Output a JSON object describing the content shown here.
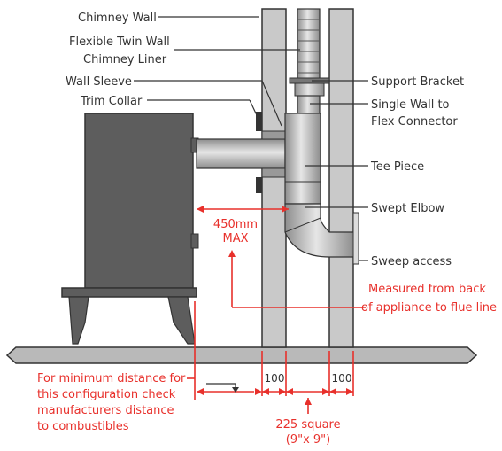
{
  "labels": {
    "chimney_wall": "Chimney Wall",
    "liner_line1": "Flexible Twin Wall",
    "liner_line2": "Chimney Liner",
    "wall_sleeve": "Wall Sleeve",
    "trim_collar": "Trim Collar",
    "support_bracket": "Support Bracket",
    "connector_line1": "Single Wall to",
    "connector_line2": "Flex Connector",
    "tee_piece": "Tee Piece",
    "swept_elbow": "Swept Elbow",
    "sweep_access": "Sweep access"
  },
  "measurements": {
    "max_distance_line1": "450mm",
    "max_distance_line2": "MAX",
    "measured_line1": "Measured from back",
    "measured_line2": "of appliance to flue line",
    "min_line1": "For minimum distance for",
    "min_line2": "this configuration check",
    "min_line3": "manufacturers distance",
    "min_line4": "to combustibles",
    "wall_left": "100",
    "wall_right": "100",
    "square_line1": "225 square",
    "square_line2": "(9\"x 9\")"
  },
  "colors": {
    "stove": "#5d5d5d",
    "wall": "#c9c9c9",
    "pipe": "#b5b5b5",
    "floor": "#b9b9b9",
    "accent": "#e8302b",
    "ink": "#333333"
  }
}
